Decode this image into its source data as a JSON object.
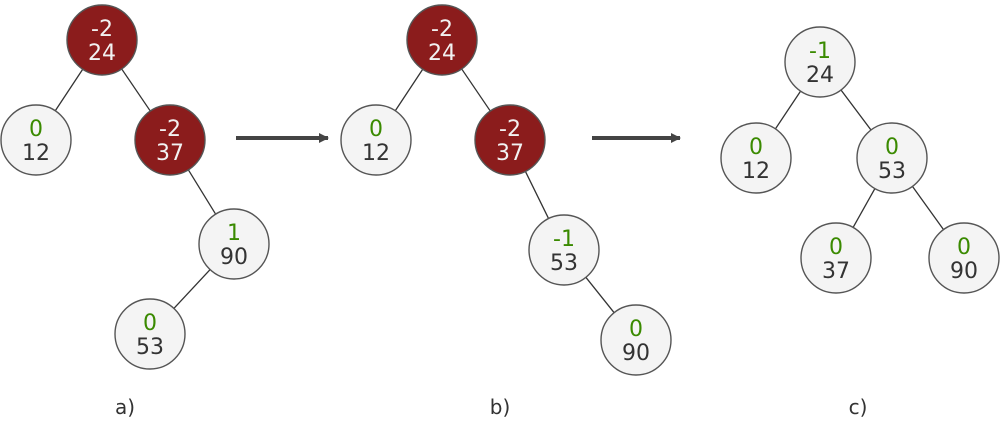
{
  "colors": {
    "edge": "#333333",
    "node_fill": "#f4f4f4",
    "node_stroke": "#555555",
    "unbalanced_fill": "#8b1c1c",
    "balance_text": "#3a8a00",
    "key_text": "#333333",
    "unbalanced_text": "#f2f2f2",
    "arrow": "#444444"
  },
  "panels": [
    {
      "caption": "a)",
      "nodes": [
        {
          "key": "24",
          "balance": "-2",
          "unbalanced": true
        },
        {
          "key": "12",
          "balance": "0",
          "unbalanced": false
        },
        {
          "key": "37",
          "balance": "-2",
          "unbalanced": true
        },
        {
          "key": "90",
          "balance": "1",
          "unbalanced": false
        },
        {
          "key": "53",
          "balance": "0",
          "unbalanced": false
        }
      ],
      "edges": [
        [
          0,
          1
        ],
        [
          0,
          2
        ],
        [
          2,
          3
        ],
        [
          3,
          4
        ]
      ]
    },
    {
      "caption": "b)",
      "nodes": [
        {
          "key": "24",
          "balance": "-2",
          "unbalanced": true
        },
        {
          "key": "12",
          "balance": "0",
          "unbalanced": false
        },
        {
          "key": "37",
          "balance": "-2",
          "unbalanced": true
        },
        {
          "key": "53",
          "balance": "-1",
          "unbalanced": false
        },
        {
          "key": "90",
          "balance": "0",
          "unbalanced": false
        }
      ],
      "edges": [
        [
          0,
          1
        ],
        [
          0,
          2
        ],
        [
          2,
          3
        ],
        [
          3,
          4
        ]
      ]
    },
    {
      "caption": "c)",
      "nodes": [
        {
          "key": "24",
          "balance": "-1",
          "unbalanced": false
        },
        {
          "key": "12",
          "balance": "0",
          "unbalanced": false
        },
        {
          "key": "53",
          "balance": "0",
          "unbalanced": false
        },
        {
          "key": "37",
          "balance": "0",
          "unbalanced": false
        },
        {
          "key": "90",
          "balance": "0",
          "unbalanced": false
        }
      ],
      "edges": [
        [
          0,
          1
        ],
        [
          0,
          2
        ],
        [
          2,
          3
        ],
        [
          2,
          4
        ]
      ]
    }
  ],
  "arrows": [
    {
      "icon": "arrow-right-icon"
    },
    {
      "icon": "arrow-right-icon"
    }
  ]
}
